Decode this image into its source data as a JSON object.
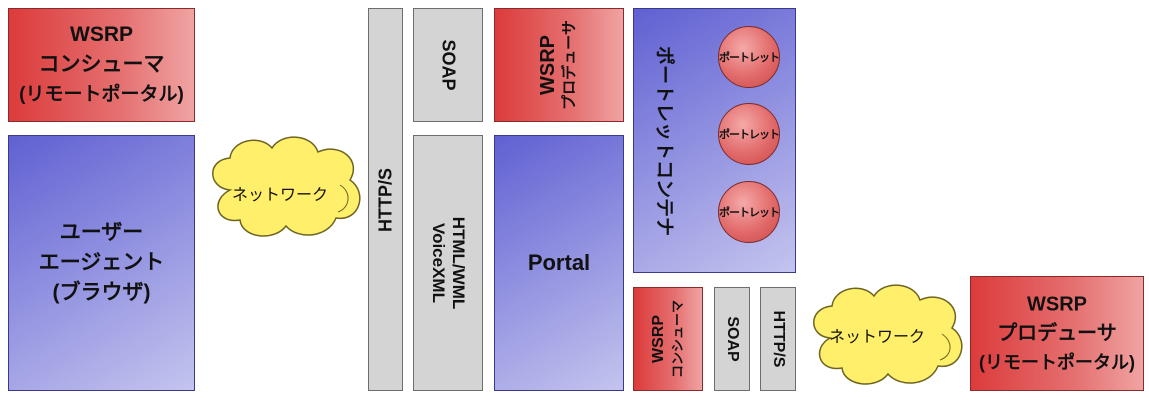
{
  "consumer_top": {
    "line1": "WSRP",
    "line2": "コンシューマ",
    "line3": "(リモートポータル)"
  },
  "user_agent": {
    "line1": "ユーザー",
    "line2": "エージェント",
    "line3": "(ブラウザ)"
  },
  "network_left": "ネットワーク",
  "http_left": "HTTP/S",
  "soap_top": "SOAP",
  "html_wml": {
    "line1": "HTML/WML",
    "line2": "VoiceXML"
  },
  "producer_top": {
    "line1": "WSRP",
    "line2": "プロデューサ"
  },
  "portal": "Portal",
  "portlet_container": "ポートレットコンテナ",
  "portlets": [
    "ポートレット",
    "ポートレット",
    "ポートレット"
  ],
  "consumer_bottom": {
    "line1": "WSRP",
    "line2": "コンシューマ"
  },
  "soap_bottom": "SOAP",
  "http_bottom": "HTTP/S",
  "network_right": "ネットワーク",
  "producer_bottom": {
    "line1": "WSRP",
    "line2": "プロデューサ",
    "line3": "(リモートポータル)"
  },
  "colors": {
    "red": "#dc3b3b",
    "blue": "#6060d2",
    "gray": "#d4d4d4",
    "cloud": "#ffef6a"
  }
}
